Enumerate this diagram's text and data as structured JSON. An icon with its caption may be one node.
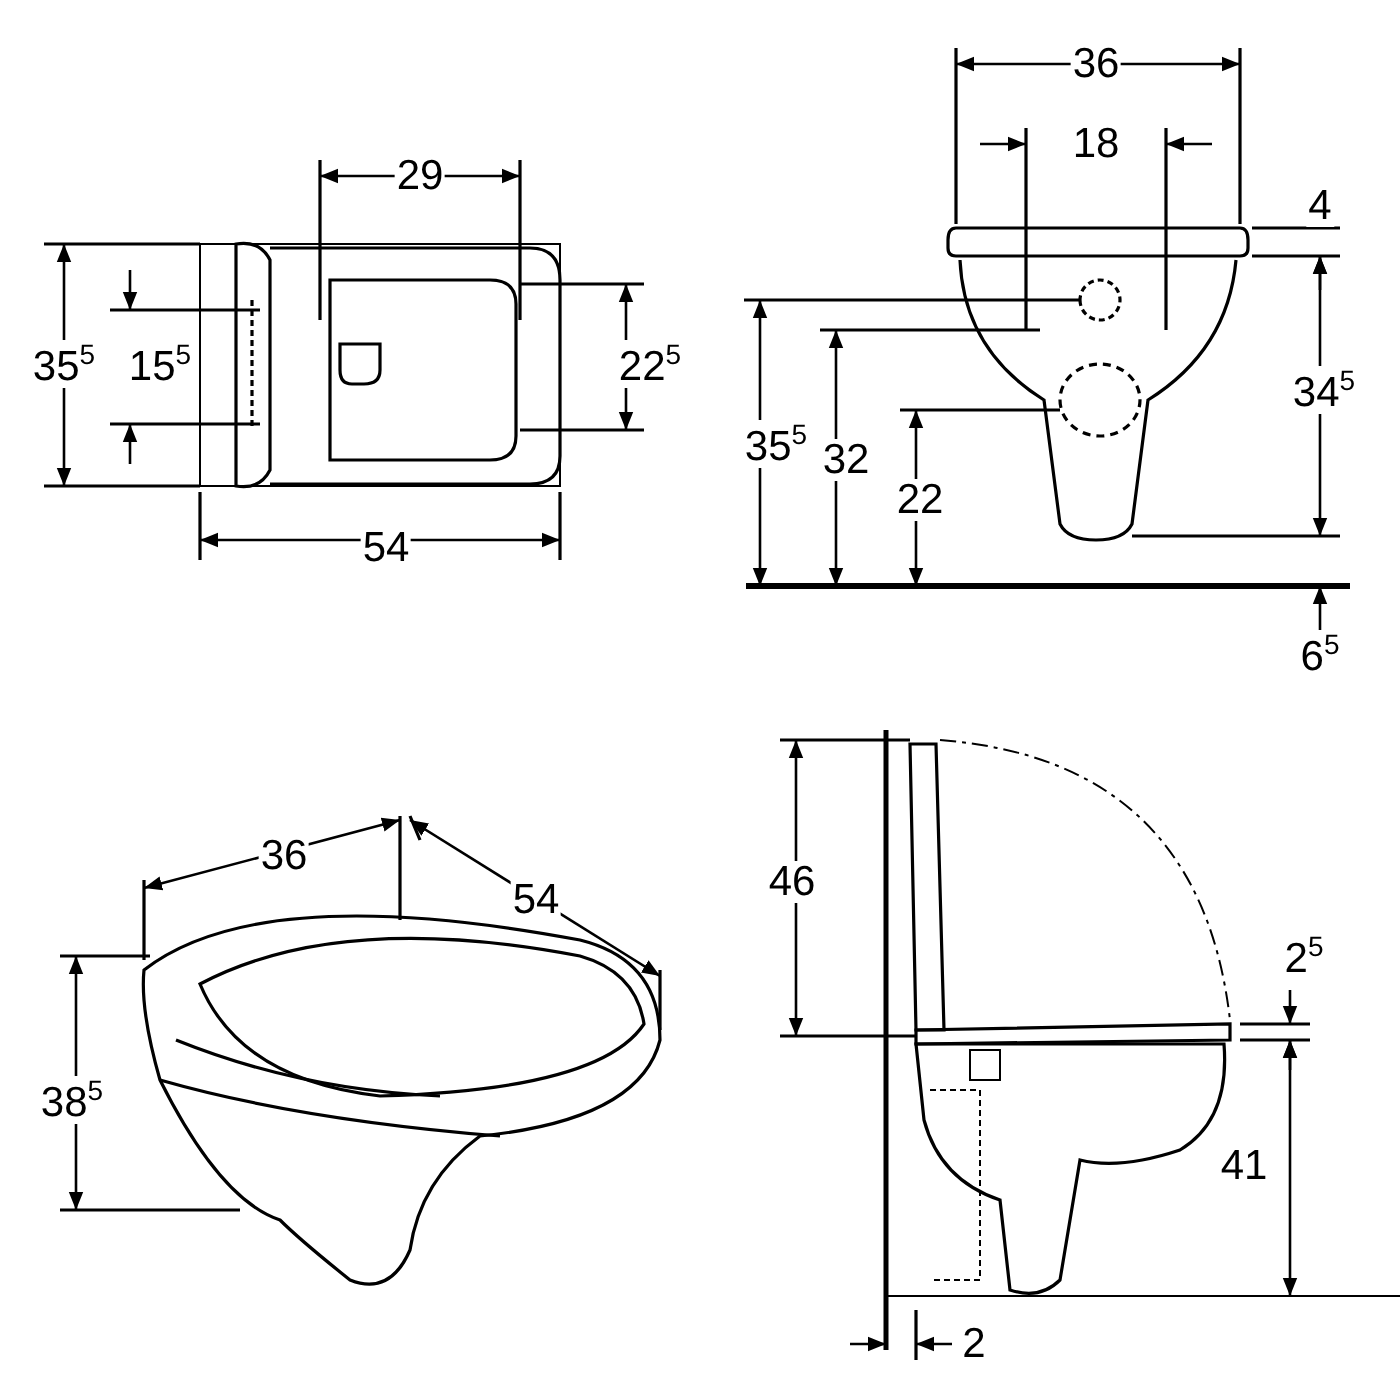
{
  "diagram": {
    "labels": [
      "29",
      "35$^{5}$",
      "15$^{5}$",
      "22$^{5}$",
      "54",
      "36",
      "18",
      "4",
      "35$^{5}$",
      "32",
      "22",
      "34$^{5}$",
      "6$^{5}$",
      "36",
      "54",
      "38$^{5}$",
      "46",
      "2$^{5}$",
      "41",
      "2"
    ]
  }
}
